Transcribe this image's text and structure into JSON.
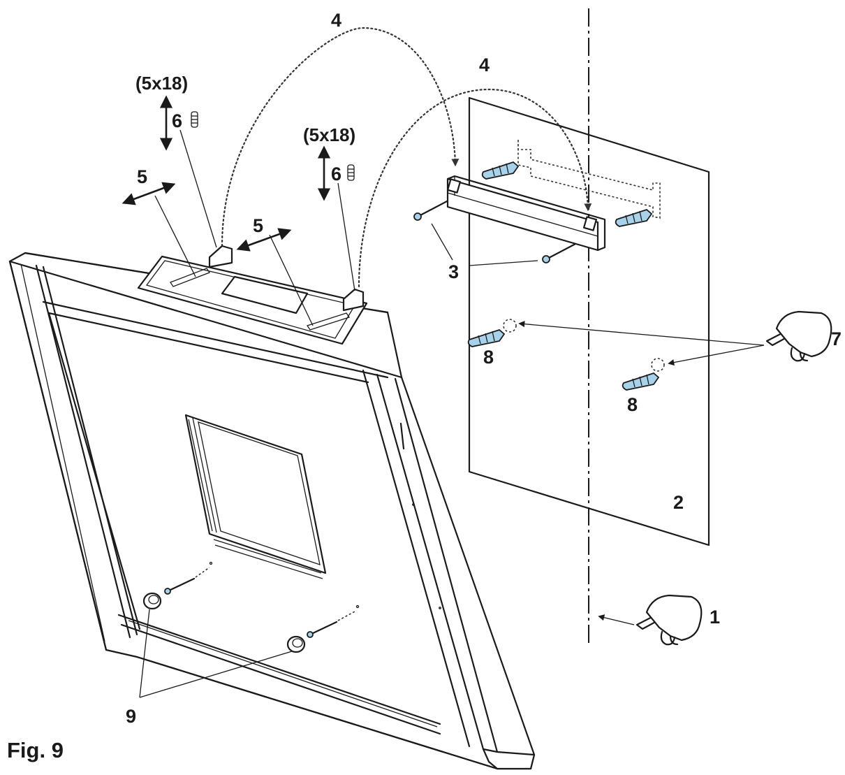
{
  "figure": {
    "caption": "Fig. 9",
    "callouts": {
      "c1": "1",
      "c2": "2",
      "c3": "3",
      "c4a": "4",
      "c4b": "4",
      "c5a": "5",
      "c5b": "5",
      "c6a": "6",
      "c6b": "6",
      "c7": "7",
      "c8a": "8",
      "c8b": "8",
      "c9": "9"
    },
    "screw_size_left": "(5x18)",
    "screw_size_right": "(5x18)"
  },
  "colors": {
    "line": "#1a1a1a",
    "wall_plug": "#a8d2ea",
    "background": "#ffffff"
  }
}
